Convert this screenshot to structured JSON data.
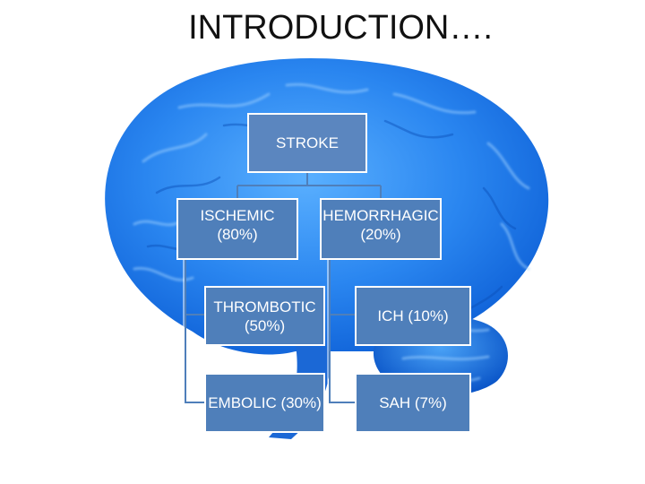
{
  "slide": {
    "title": "INTRODUCTION…."
  },
  "diagram": {
    "root": "STROKE",
    "left_branch": {
      "label": "ISCHEMIC\n(80%)",
      "children": [
        "THROMBOTIC\n(50%)",
        "EMBOLIC (30%)"
      ]
    },
    "right_branch": {
      "label": "HEMORRHAGIC\n(20%)",
      "children": [
        "ICH (10%)",
        "SAH (7%)"
      ]
    }
  },
  "colors": {
    "box_fill": "#4f7fba",
    "box_border": "#ffffff",
    "text": "#ffffff",
    "background_image": "brain-illustration-blue"
  }
}
